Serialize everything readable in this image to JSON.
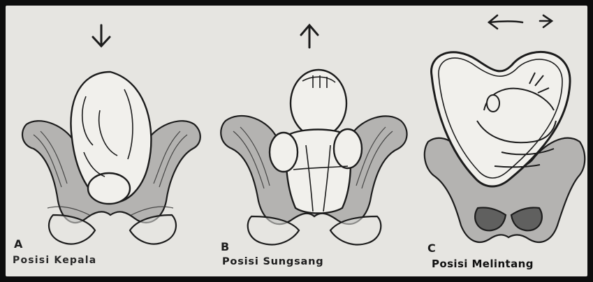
{
  "figure": {
    "panels": [
      {
        "letter": "A",
        "caption": "Posisi Kepala",
        "arrow": "down-arrow"
      },
      {
        "letter": "B",
        "caption": "Posisi Sungsang",
        "arrow": "up-arrow"
      },
      {
        "letter": "C",
        "caption": "Posisi Melintang",
        "arrow": "double-arrow"
      }
    ]
  },
  "colors": {
    "ink": "#1c1c1c",
    "paper": "#e6e5e1",
    "shade": "#8a8a8a"
  }
}
